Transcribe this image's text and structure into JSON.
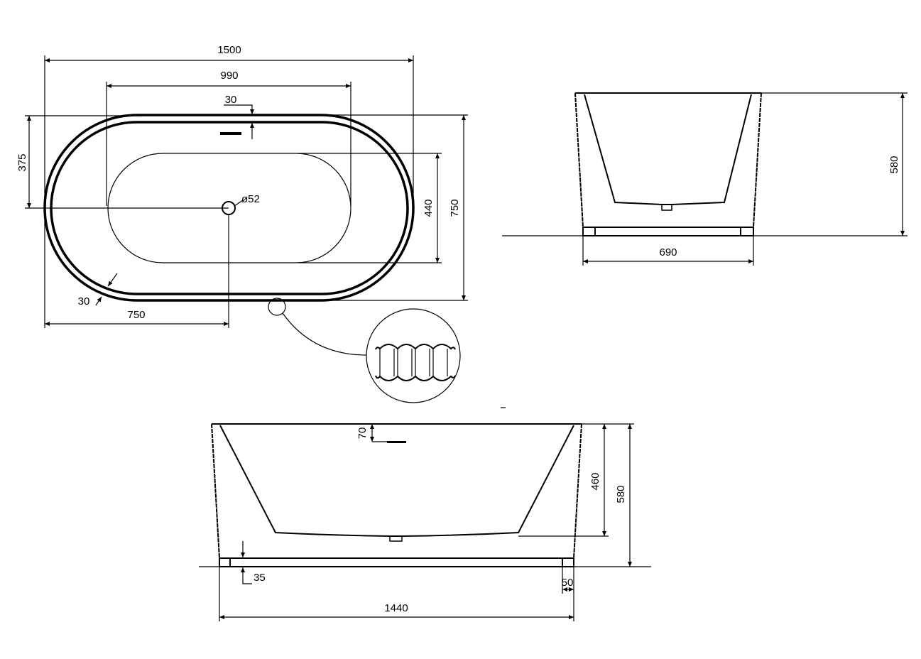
{
  "top_view": {
    "overall_length": "1500",
    "inner_length": "990",
    "overflow_offset": "30",
    "drain_offset_y": "375",
    "basin_width": "440",
    "overall_width": "750",
    "drain_offset_x": "750",
    "rim_thickness": "30",
    "drain_diameter": "ø52"
  },
  "end_view": {
    "height": "580",
    "base_width": "690"
  },
  "side_view": {
    "overflow_depth": "70",
    "basin_depth": "460",
    "height": "580",
    "foot_height": "35",
    "foot_width": "50",
    "base_length": "1440"
  }
}
